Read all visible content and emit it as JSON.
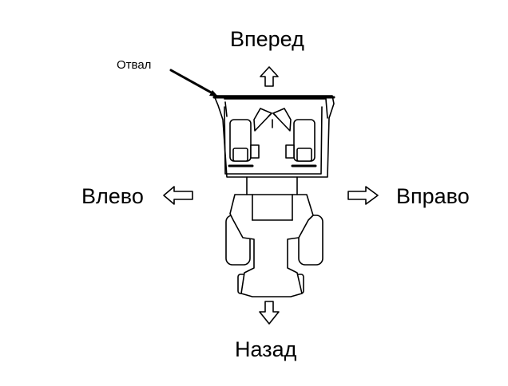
{
  "labels": {
    "forward": "Вперед",
    "back": "Назад",
    "left": "Влево",
    "right": "Вправо",
    "blade": "Отвал"
  },
  "colors": {
    "line": "#000000",
    "background": "#ffffff"
  }
}
